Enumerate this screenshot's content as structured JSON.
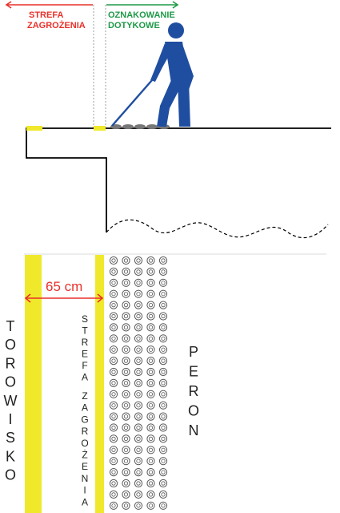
{
  "colors": {
    "danger": "#e8302a",
    "tactile": "#1e9a47",
    "figure": "#1f4ea0",
    "marking": "#f0e92b",
    "platform_line": "#000000",
    "dot": "#555555"
  },
  "top_section": {
    "danger_label_line1": "STREFA",
    "danger_label_line2": "ZAGROŻENIA",
    "tactile_label_line1": "OZNAKOWANIE",
    "tactile_label_line2": "DOTYKOWE",
    "figure_icon": "walking-person-with-white-cane-icon"
  },
  "bottom_section": {
    "width_label": "65 cm",
    "track_label_letters": [
      "T",
      "O",
      "R",
      "O",
      "W",
      "I",
      "S",
      "K",
      "O"
    ],
    "zone_label_letters_1": [
      "S",
      "T",
      "R",
      "E",
      "F",
      "A"
    ],
    "zone_label_letters_2": [
      "Z",
      "A",
      "G",
      "R",
      "O",
      "Ż",
      "E",
      "N",
      "I",
      "A"
    ],
    "platform_label_letters": [
      "P",
      "E",
      "R",
      "O",
      "N"
    ],
    "tactile_columns": 5,
    "tactile_rows": 23
  }
}
